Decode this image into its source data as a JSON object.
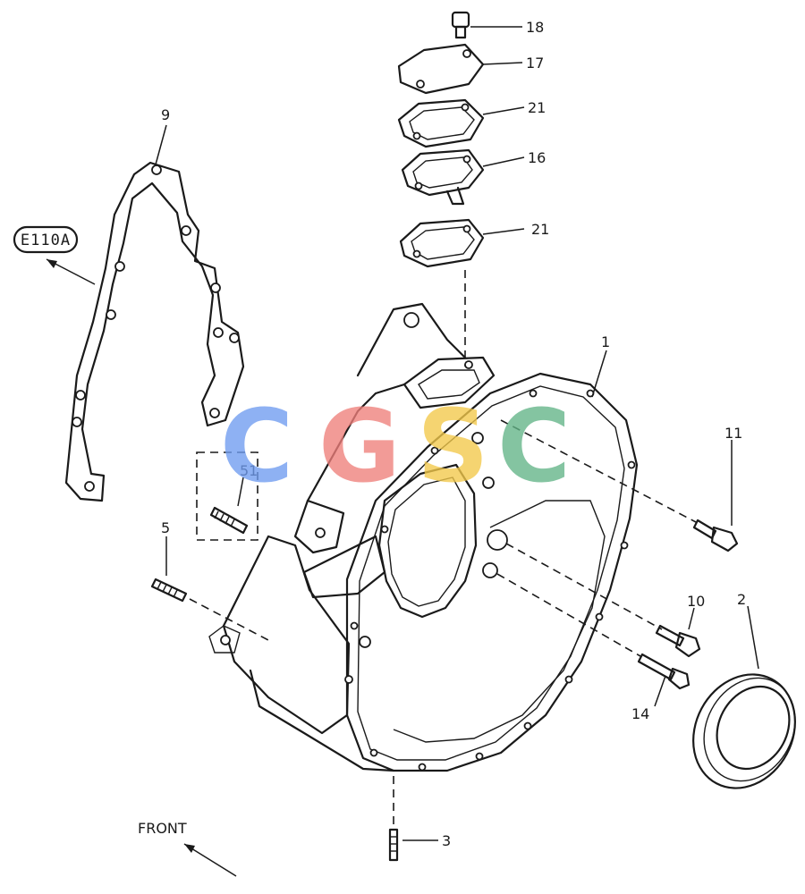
{
  "callouts": {
    "c18": "18",
    "c17": "17",
    "c21a": "21",
    "c16": "16",
    "c21b": "21",
    "c9": "9",
    "c1": "1",
    "c11": "11",
    "c51": "51",
    "c5": "5",
    "c10": "10",
    "c2": "2",
    "c14": "14",
    "c3": "3"
  },
  "reference_tag": "E110A",
  "front_label": "FRONT",
  "watermark": {
    "letters": [
      "C",
      "G",
      "S",
      "C"
    ],
    "colors": [
      "#6f9cf0",
      "#ef7f7b",
      "#f3c94a",
      "#62b487"
    ]
  }
}
